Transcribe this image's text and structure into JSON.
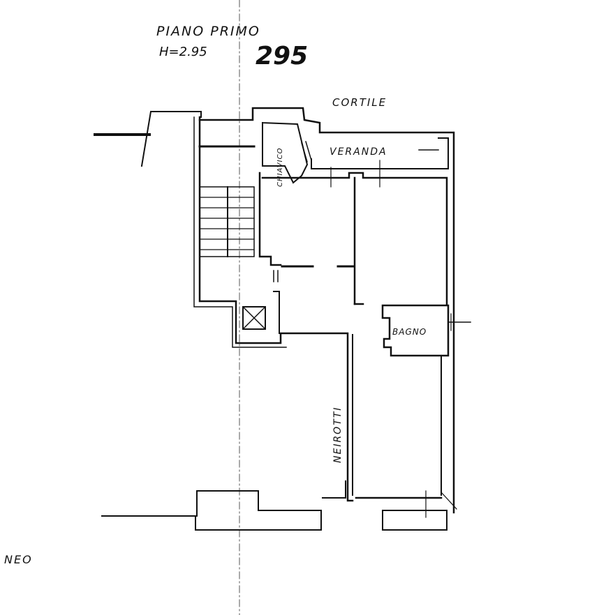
{
  "header": {
    "floor_label": "PIANO PRIMO",
    "height_label": "H=2.95",
    "sheet_number": "295"
  },
  "labels": {
    "courtyard": "CORTILE",
    "veranda": "VERANDA",
    "closet": "CHIAVICO",
    "bathroom": "BAGNO",
    "neighbor": "NEIROTTI",
    "corner_note": "NEO"
  },
  "colors": {
    "ink": "#111111",
    "paper": "#ffffff",
    "axis": "#555555"
  }
}
